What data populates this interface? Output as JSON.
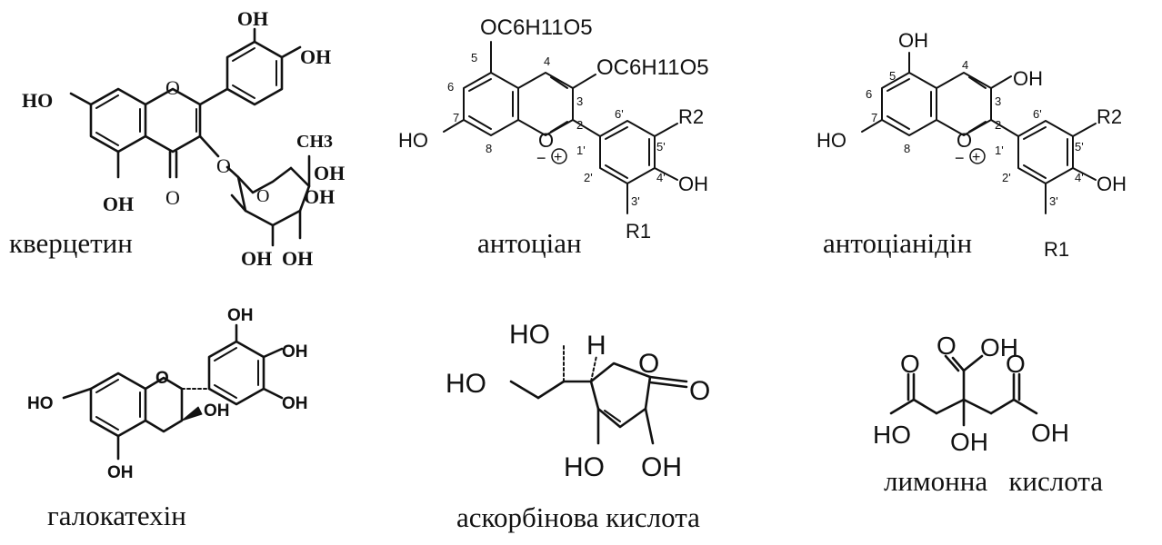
{
  "compounds": [
    {
      "id": "quercetin",
      "label": "кверцетин",
      "atoms": {
        "oh_top": "OH",
        "oh_right": "OH",
        "ho_left": "HO",
        "oh_bottom": "OH",
        "o_ring": "O",
        "o_keto": "O",
        "o_glyco": "O",
        "ch3": "CH3",
        "oh_s1": "OH",
        "oh_s2": "OH",
        "oh_s3": "OH",
        "oh_s4": "OH",
        "o_sugar": "O"
      }
    },
    {
      "id": "anthocyanin",
      "label": "антоціан",
      "atoms": {
        "oglc_top": "OC6H11O5",
        "oglc_right": "OC6H11O5",
        "ho": "HO",
        "o_plus": "O",
        "r1": "R1",
        "r2": "R2",
        "oh": "OH"
      },
      "positions": [
        "5",
        "4",
        "3",
        "2",
        "6",
        "7",
        "8",
        "1'",
        "6'",
        "5'",
        "2'",
        "3'",
        "4'"
      ]
    },
    {
      "id": "anthocyanidin",
      "label": "антоціанідін",
      "atoms": {
        "oh_top": "OH",
        "oh_right": "OH",
        "ho": "HO",
        "o_plus": "O",
        "r1": "R1",
        "r2": "R2",
        "oh": "OH"
      },
      "positions": [
        "5",
        "4",
        "3",
        "2",
        "6",
        "7",
        "8",
        "1'",
        "6'",
        "5'",
        "2'",
        "3'",
        "4'"
      ]
    },
    {
      "id": "gallocatechin",
      "label": "галокатехін",
      "atoms": {
        "oh1": "OH",
        "oh2": "OH",
        "oh3": "OH",
        "ho": "HO",
        "o_ring": "O",
        "oh4": "OH",
        "oh5": "OH"
      }
    },
    {
      "id": "ascorbic",
      "label": "аскорбінова кислота",
      "atoms": {
        "ho_top": "HO",
        "ho_left": "HO",
        "h": "H",
        "o_ring": "O",
        "o_keto": "O",
        "ho_bot": "HO",
        "oh_bot": "OH"
      }
    },
    {
      "id": "citric",
      "label": "лимонна   кислота",
      "atoms": {
        "o_top": "O",
        "oh_top": "OH",
        "o_left": "O",
        "o_right": "O",
        "ho_left": "HO",
        "oh_center": "OH",
        "oh_right": "OH"
      }
    }
  ]
}
